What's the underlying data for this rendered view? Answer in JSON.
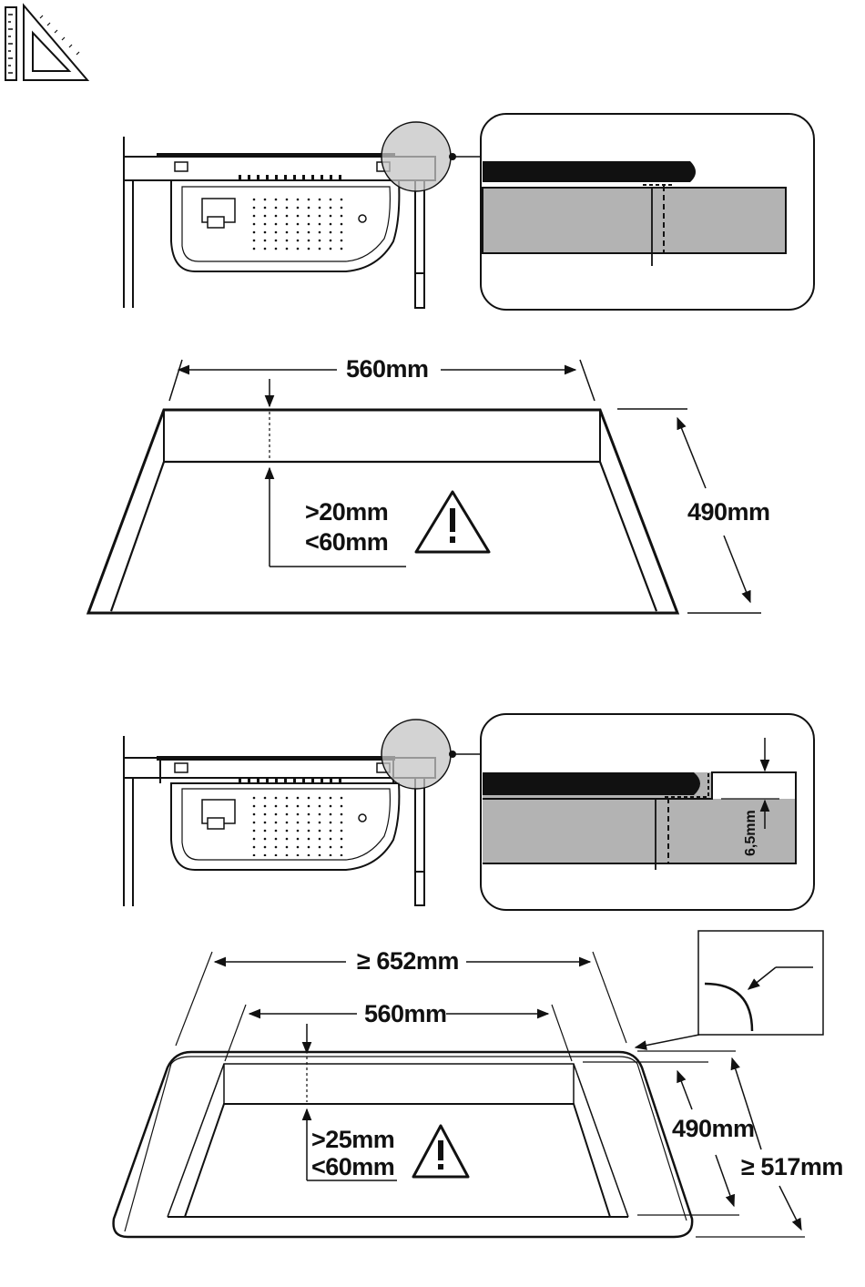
{
  "colors": {
    "line": "#111111",
    "counter_gray": "#b3b3b3",
    "zoom_gray": "#c4c4c4",
    "cooktop_black": "#111111",
    "background": "#ffffff"
  },
  "header": {
    "tools_icon": "ruler-and-set-square-icon"
  },
  "diagram_flush_edge": {
    "width_label": "560mm",
    "depth_label": "490mm",
    "thickness_label_min": ">20mm",
    "thickness_label_max": "<60mm",
    "warning_icon": "warning-triangle-icon"
  },
  "diagram_flush_mount": {
    "outer_width_label": "≥ 652mm",
    "inner_width_label": "560mm",
    "inner_depth_label": "490mm",
    "outer_depth_label": "≥ 517mm",
    "recess_depth_label": "6,5mm",
    "thickness_label_min": ">25mm",
    "thickness_label_max": "<60mm",
    "warning_icon": "warning-triangle-icon",
    "corner_detail_icon": "rounded-corner-detail-icon"
  }
}
